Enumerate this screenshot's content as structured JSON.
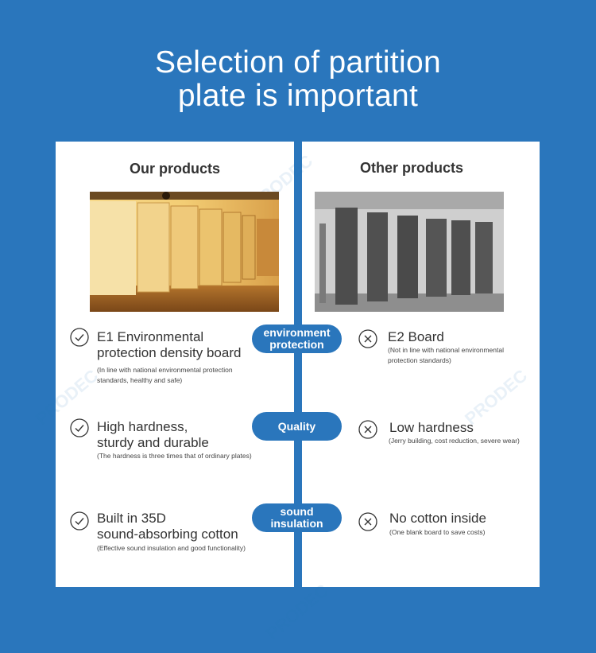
{
  "header": {
    "title_line1": "Selection of partition",
    "title_line2": "plate is important"
  },
  "columns": {
    "ours": "Our products",
    "others": "Other products"
  },
  "categories": [
    {
      "line1": "environment",
      "line2": "protection"
    },
    {
      "line1": "Quality",
      "line2": ""
    },
    {
      "line1": "sound",
      "line2": "insulation"
    }
  ],
  "ours": [
    {
      "title1": "E1 Environmental",
      "title2": "protection density board",
      "note1": "(In line with national environmental protection",
      "note2": "standards, healthy and safe)"
    },
    {
      "title1": "High hardness,",
      "title2": "sturdy and durable",
      "note1": "(The hardness is three times that of ordinary plates)",
      "note2": ""
    },
    {
      "title1": "Built in 35D",
      "title2": "sound-absorbing cotton",
      "note1": "(Effective sound insulation and good functionality)",
      "note2": ""
    }
  ],
  "others": [
    {
      "title1": "E2 Board",
      "title2": "",
      "note1": "(Not in line with national environmental",
      "note2": "protection standards)"
    },
    {
      "title1": "Low hardness",
      "title2": "",
      "note1": "(Jerry building, cost reduction, severe wear)",
      "note2": ""
    },
    {
      "title1": "No cotton inside",
      "title2": "",
      "note1": "(One blank board to save costs)",
      "note2": ""
    }
  ],
  "watermark": "PRODEC",
  "colors": {
    "background": "#2a76bc",
    "panel": "#ffffff",
    "text": "#333333",
    "pill": "#2a76bc",
    "icon_stroke": "#333333"
  },
  "icons": {
    "ours": "check-circle-icon",
    "others": "x-circle-icon"
  }
}
